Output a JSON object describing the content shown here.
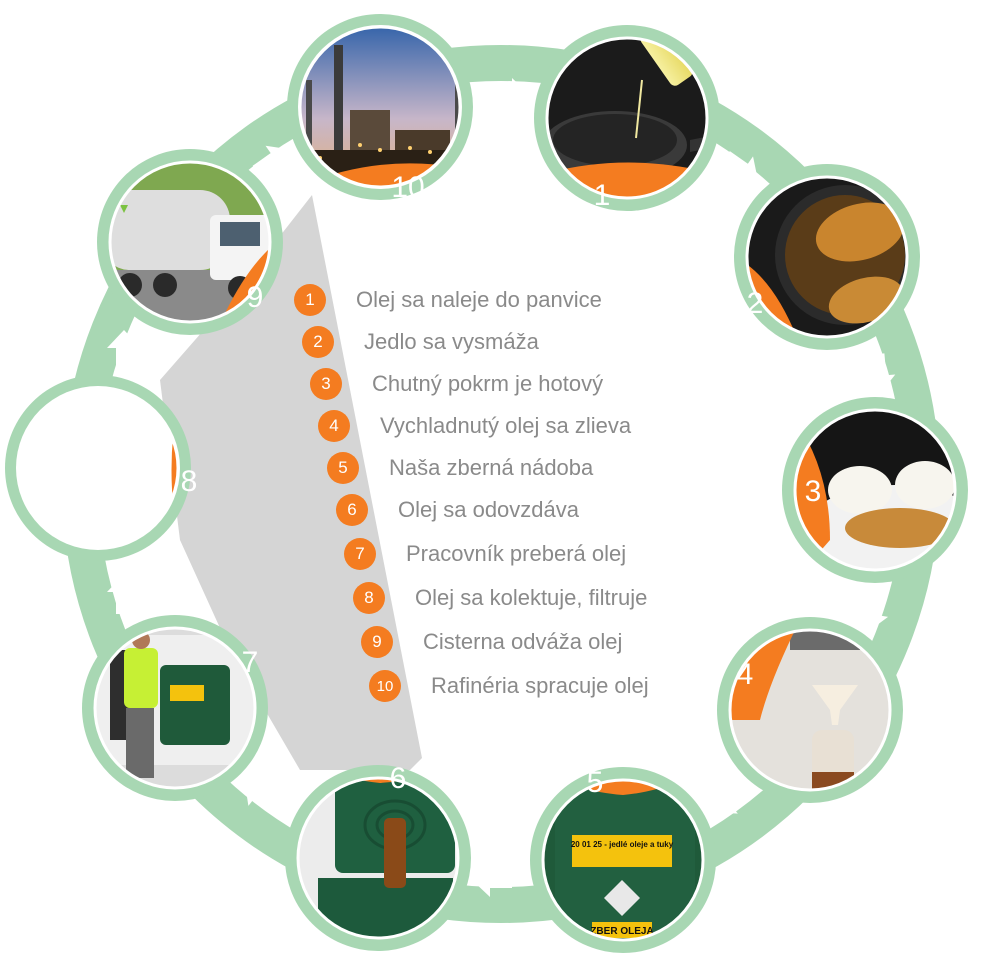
{
  "colors": {
    "ring": "#a8d7b3",
    "accent": "#f47c20",
    "text": "#8a8a8a"
  },
  "cycle_icons": [
    {
      "number": "10",
      "image": "refinery-icon"
    },
    {
      "number": "1",
      "image": "pan-oil-icon"
    },
    {
      "number": "2",
      "image": "frying-food-icon"
    },
    {
      "number": "3",
      "image": "plate-meal-icon"
    },
    {
      "number": "4",
      "image": "funnel-bottle-icon"
    },
    {
      "number": "5",
      "image": "collection-bin-icon",
      "bin_label": "20 01 25 - jedlé oleje a tuky",
      "bin_sign": "ZBER OLEJA"
    },
    {
      "number": "6",
      "image": "open-bin-icon"
    },
    {
      "number": "7",
      "image": "worker-van-icon"
    },
    {
      "number": "8",
      "image": "empty-circle-icon"
    },
    {
      "number": "9",
      "image": "tanker-truck-icon"
    }
  ],
  "steps": [
    {
      "num": "1",
      "text": "Olej sa naleje do panvice"
    },
    {
      "num": "2",
      "text": "Jedlo sa vysmáža"
    },
    {
      "num": "3",
      "text": "Chutný pokrm je hotový"
    },
    {
      "num": "4",
      "text": "Vychladnutý olej sa zlieva"
    },
    {
      "num": "5",
      "text": "Naša zberná nádoba"
    },
    {
      "num": "6",
      "text": "Olej sa odovzdáva"
    },
    {
      "num": "7",
      "text": "Pracovník preberá olej"
    },
    {
      "num": "8",
      "text": "Olej sa kolektuje, filtruje"
    },
    {
      "num": "9",
      "text": "Cisterna odváža olej"
    },
    {
      "num": "10",
      "text": "Rafinéria spracuje olej"
    }
  ]
}
